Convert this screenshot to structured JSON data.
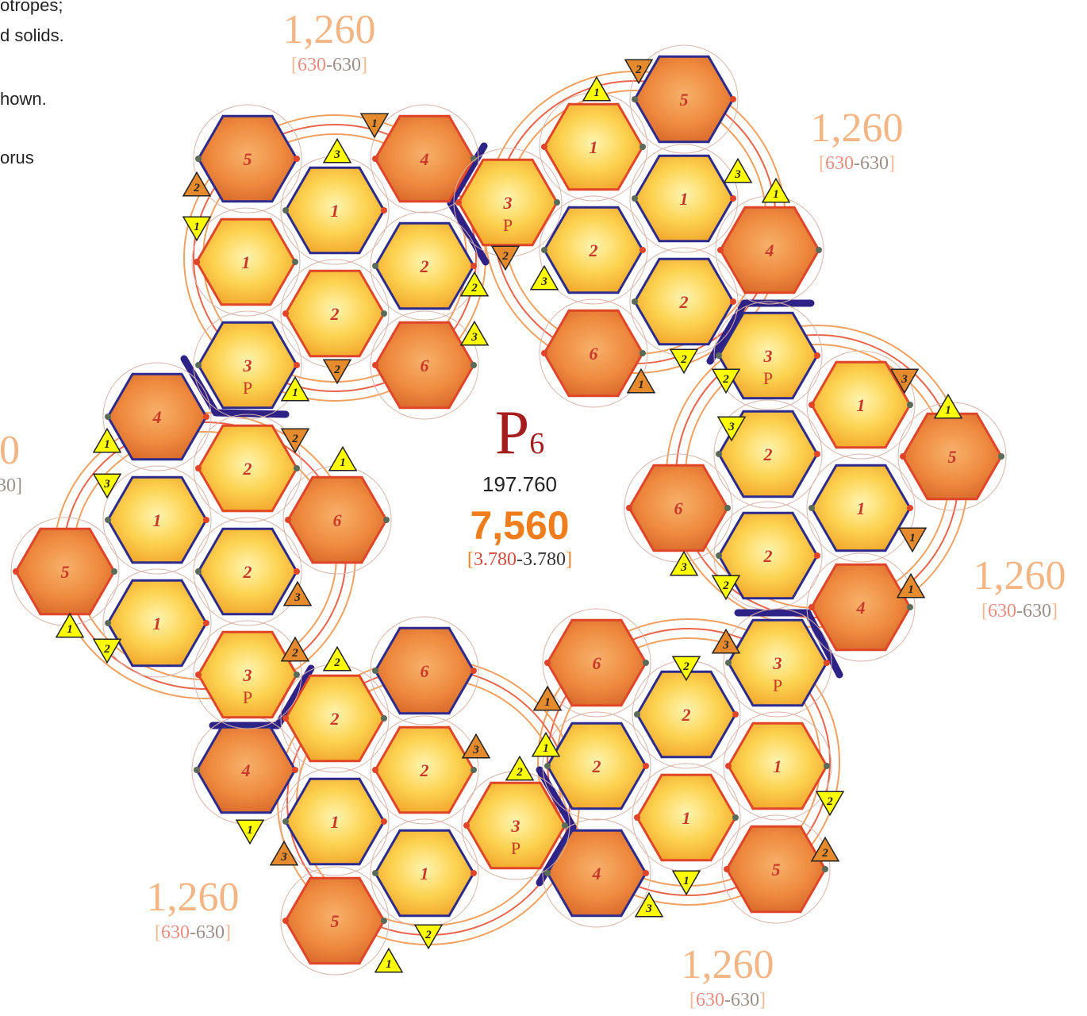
{
  "side_text": [
    "otropes;",
    "d solids.",
    "hown.",
    "orus"
  ],
  "center": {
    "title_main": "P",
    "title_sub": "6",
    "value": "197.760",
    "total": "7,560",
    "range_open": "[",
    "range_left": "3.780",
    "range_sep": "-",
    "range_right": "3.780",
    "range_close": "]"
  },
  "counts": [
    {
      "value": "1,260",
      "open": "[",
      "left": "630",
      "sep": "-",
      "right": "630",
      "close": "]"
    },
    {
      "value": "1,260",
      "open": "[",
      "left": "630",
      "sep": "-",
      "right": "630",
      "close": "]"
    },
    {
      "value": "1,260",
      "open": "[",
      "left": "630",
      "sep": "-",
      "right": "630",
      "close": "]"
    },
    {
      "value": "1,260",
      "open": "[",
      "left": "630",
      "sep": "-",
      "right": "630",
      "close": "]"
    },
    {
      "value": "1,260",
      "open": "[",
      "left": "630",
      "sep": "-",
      "right": "630",
      "close": "]"
    }
  ],
  "partial_left": {
    "value": "0",
    "sub": "30]"
  },
  "colors": {
    "core_hex_fill": "#f9c436",
    "outer_hex_fill": "#ef8a3d",
    "hex_stroke_blue": "#2c2a8c",
    "hex_stroke_red": "#e0452a",
    "triangle_fill": "#ffff00",
    "triangle_orange": "#e68a2e",
    "connector": "#2f2287",
    "ring": "#f0a060",
    "label_red": "#c8392b",
    "count_color": "#f4b585"
  },
  "clusters": [
    {
      "id": "upper-left",
      "hexes": [
        {
          "label": "5",
          "kind": "outer"
        },
        {
          "label": "4",
          "kind": "outer"
        },
        {
          "label": "1",
          "kind": "core"
        },
        {
          "label": "1",
          "kind": "core"
        },
        {
          "label": "2",
          "kind": "core"
        },
        {
          "label": "2",
          "kind": "core"
        },
        {
          "label": "3",
          "kind": "core",
          "p": "P"
        },
        {
          "label": "6",
          "kind": "outer"
        }
      ],
      "tris": [
        "3",
        "1",
        "1",
        "2",
        "2",
        "1",
        "3",
        "2"
      ]
    },
    {
      "id": "upper-right",
      "hexes": [
        {
          "label": "5",
          "kind": "outer"
        },
        {
          "label": "1",
          "kind": "core"
        },
        {
          "label": "1",
          "kind": "core"
        },
        {
          "label": "3",
          "kind": "core",
          "p": "P"
        },
        {
          "label": "2",
          "kind": "core"
        },
        {
          "label": "4",
          "kind": "outer"
        },
        {
          "label": "2",
          "kind": "core"
        },
        {
          "label": "6",
          "kind": "outer"
        }
      ],
      "tris": [
        "1",
        "2",
        "3",
        "1",
        "2",
        "3",
        "2",
        "1"
      ]
    },
    {
      "id": "right",
      "hexes": [
        {
          "label": "3",
          "kind": "core",
          "p": "P"
        },
        {
          "label": "1",
          "kind": "core"
        },
        {
          "label": "2",
          "kind": "core"
        },
        {
          "label": "5",
          "kind": "outer"
        },
        {
          "label": "1",
          "kind": "core"
        },
        {
          "label": "6",
          "kind": "outer"
        },
        {
          "label": "2",
          "kind": "core"
        },
        {
          "label": "4",
          "kind": "outer"
        }
      ],
      "tris": [
        "2",
        "3",
        "1",
        "3",
        "1",
        "3",
        "2",
        "1"
      ]
    },
    {
      "id": "lower-right",
      "hexes": [
        {
          "label": "3",
          "kind": "core",
          "p": "P"
        },
        {
          "label": "6",
          "kind": "outer"
        },
        {
          "label": "2",
          "kind": "core"
        },
        {
          "label": "1",
          "kind": "core"
        },
        {
          "label": "2",
          "kind": "core"
        },
        {
          "label": "1",
          "kind": "core"
        },
        {
          "label": "4",
          "kind": "outer"
        },
        {
          "label": "5",
          "kind": "outer"
        }
      ],
      "tris": [
        "2",
        "3",
        "1",
        "2",
        "2",
        "1",
        "3",
        "1"
      ]
    },
    {
      "id": "lower-left",
      "hexes": [
        {
          "label": "6",
          "kind": "outer"
        },
        {
          "label": "2",
          "kind": "core"
        },
        {
          "label": "4",
          "kind": "outer"
        },
        {
          "label": "2",
          "kind": "core"
        },
        {
          "label": "1",
          "kind": "core"
        },
        {
          "label": "3",
          "kind": "core",
          "p": "P"
        },
        {
          "label": "1",
          "kind": "core"
        },
        {
          "label": "5",
          "kind": "outer"
        }
      ],
      "tris": [
        "2",
        "3",
        "2",
        "1",
        "3",
        "2",
        "1",
        "1"
      ]
    },
    {
      "id": "left",
      "hexes": [
        {
          "label": "4",
          "kind": "outer"
        },
        {
          "label": "2",
          "kind": "core"
        },
        {
          "label": "1",
          "kind": "core"
        },
        {
          "label": "6",
          "kind": "outer"
        },
        {
          "label": "2",
          "kind": "core"
        },
        {
          "label": "5",
          "kind": "outer"
        },
        {
          "label": "1",
          "kind": "core"
        },
        {
          "label": "3",
          "kind": "core",
          "p": "P"
        }
      ],
      "tris": [
        "1",
        "2",
        "3",
        "1",
        "3",
        "1",
        "2",
        "2"
      ]
    }
  ]
}
